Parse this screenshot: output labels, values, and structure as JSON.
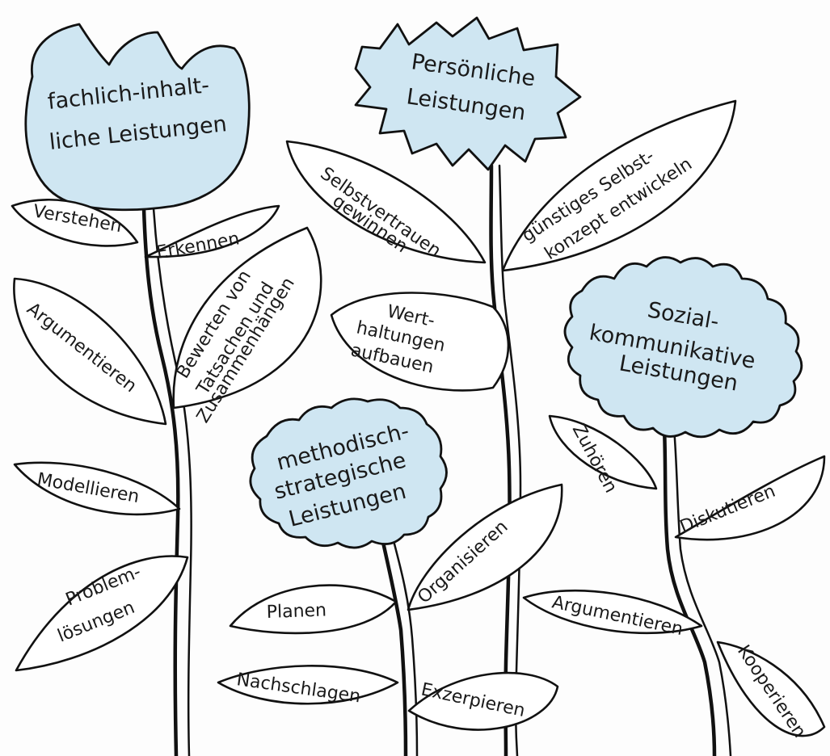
{
  "colors": {
    "bloom": "#cfe6f2",
    "ink": "#111111",
    "leaf": "#ffffff"
  },
  "flowers": [
    {
      "name": "fachlich-inhaltliche",
      "blossom_lines": [
        "fachlich-inhalt-",
        "liche Leistungen"
      ],
      "leaves": [
        "Verstehen",
        "Erkennen",
        "Argumentieren",
        "Modellieren"
      ],
      "leaves_multiline": [
        [
          "Bewerten von",
          "Tatsachen und",
          "Zusammenhängen"
        ],
        [
          "Problem-",
          "lösungen"
        ]
      ]
    },
    {
      "name": "persoenliche",
      "blossom_lines": [
        "Persönliche",
        "Leistungen"
      ],
      "leaves_multiline": [
        [
          "Selbstvertrauen",
          "gewinnen"
        ],
        [
          "günstiges Selbst-",
          "konzept entwickeln"
        ],
        [
          "Wert-",
          "haltungen",
          "aufbauen"
        ]
      ]
    },
    {
      "name": "methodisch-strategische",
      "blossom_lines": [
        "methodisch-",
        "strategische",
        "Leistungen"
      ],
      "leaves": [
        "Planen",
        "Organisieren",
        "Nachschlagen",
        "Exzerpieren"
      ]
    },
    {
      "name": "sozial-kommunikative",
      "blossom_lines": [
        "Sozial-",
        "kommunikative",
        "Leistungen"
      ],
      "leaves": [
        "Zuhören",
        "Diskutieren",
        "Argumentieren",
        "Kooperieren"
      ]
    }
  ]
}
